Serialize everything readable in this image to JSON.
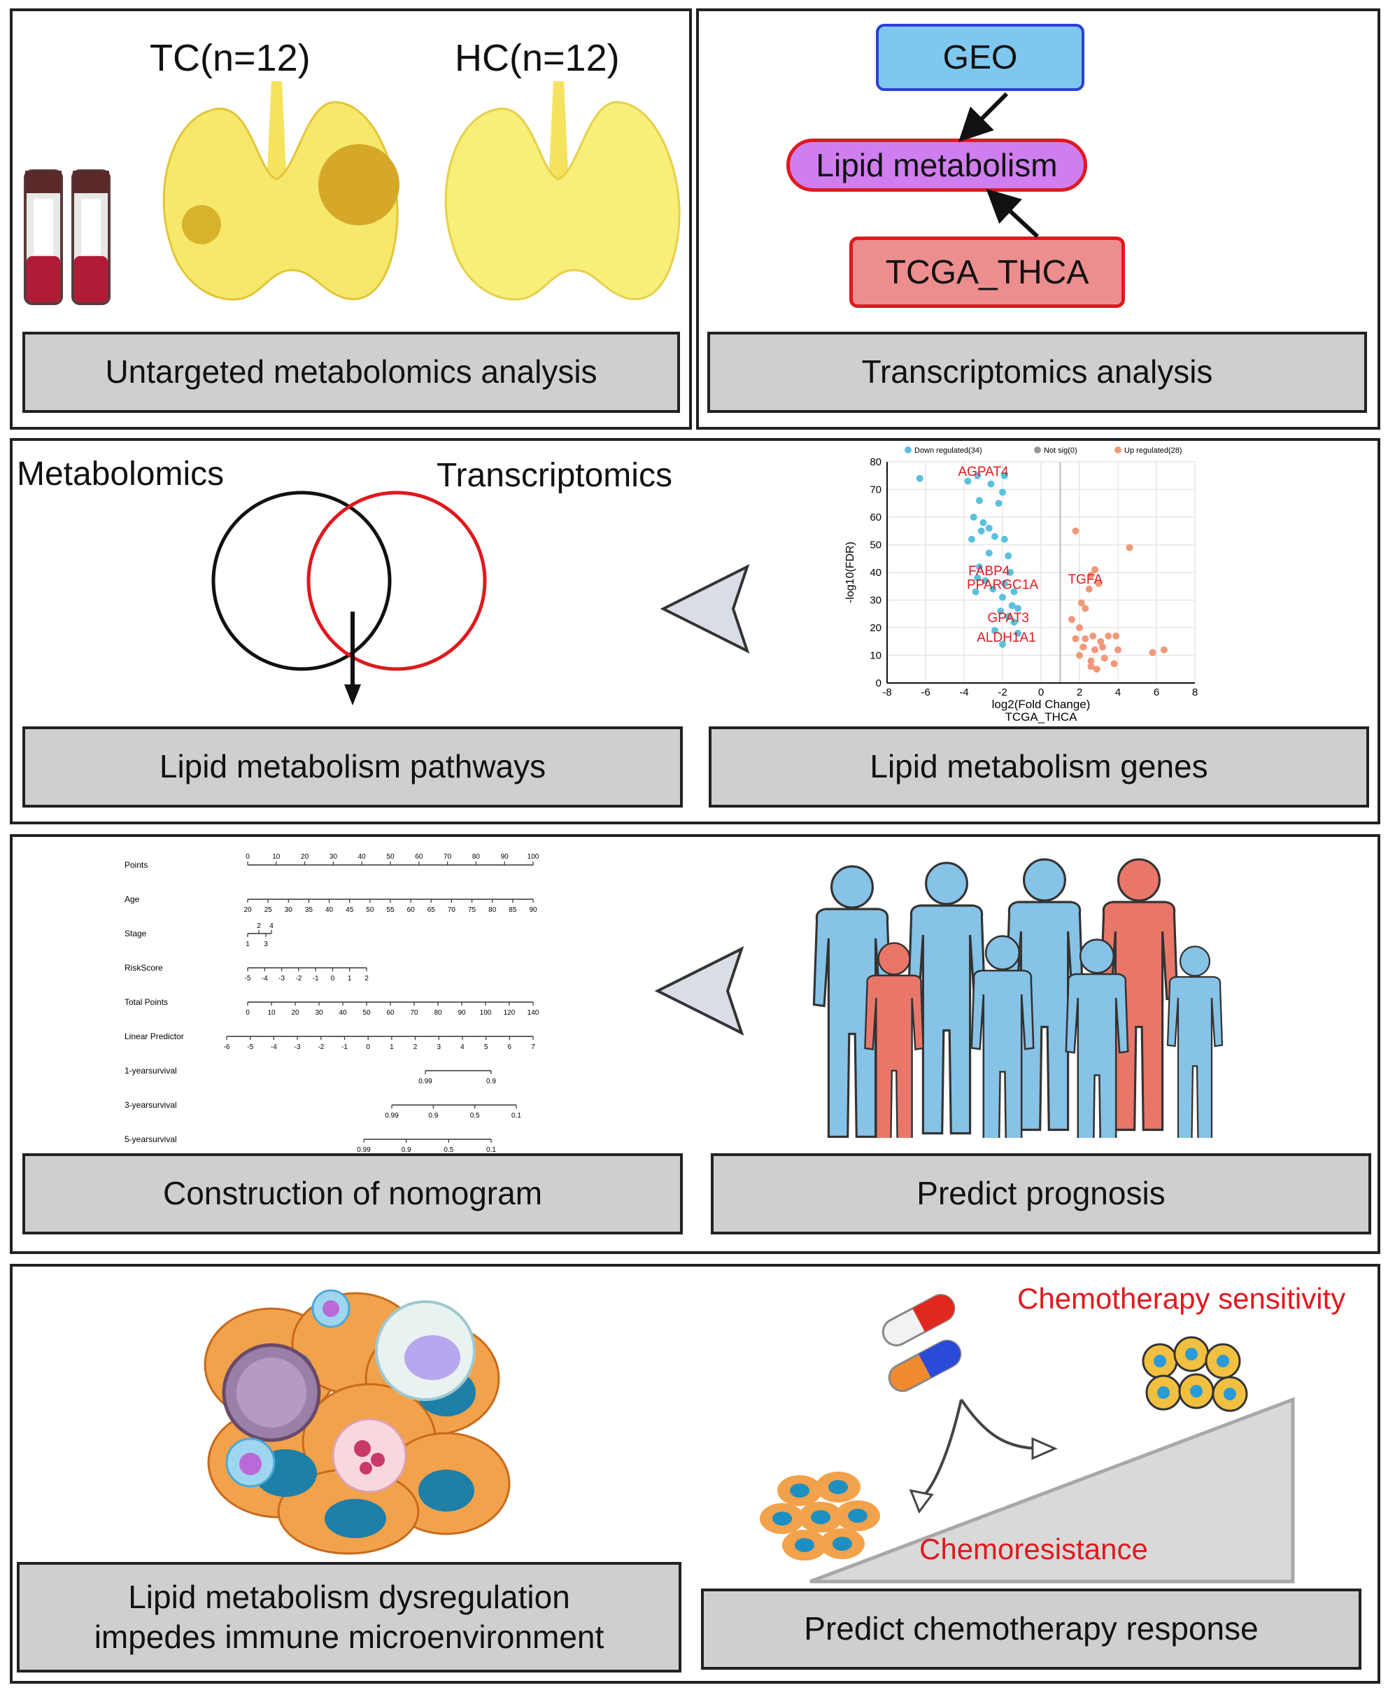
{
  "panel1": {
    "tc_label": "TC(n=12)",
    "hc_label": "HC(n=12)",
    "caption": "Untargeted metabolomics analysis"
  },
  "panel2": {
    "geo": "GEO",
    "lipid": "Lipid metabolism",
    "tcga": "TCGA_THCA",
    "caption": "Transcriptomics analysis",
    "colors": {
      "geo": "#7ec8f0",
      "lipid": "#cf7ef0",
      "tcga": "#ec8e8e",
      "border": "#e0191e"
    }
  },
  "panel3": {
    "metabolomics_label": "Metabolomics",
    "transcriptomics_label": "Transcriptomics",
    "caption": "Lipid metabolism pathways"
  },
  "panel4": {
    "caption": "Lipid metabolism genes",
    "volcano": {
      "legend": [
        "Down regulated(34)",
        "Not sig(0)",
        "Up regulated(28)"
      ],
      "ylabel": "-log10(FDR)",
      "xlabel": "log2(Fold Change)",
      "subtitle": "TCGA_THCA",
      "gene_labels": [
        "AGPAT4",
        "FABP4",
        "PPARGC1A",
        "TGFA",
        "GPAT3",
        "ALDH1A1"
      ]
    }
  },
  "chart_data": {
    "type": "scatter",
    "title": "",
    "subtitle": "TCGA_THCA",
    "xlabel": "log2(Fold Change)",
    "ylabel": "-log10(FDR)",
    "xlim": [
      -8,
      8
    ],
    "ylim": [
      0,
      80
    ],
    "x_ticks": [
      "-8",
      "-6",
      "-4",
      "-2",
      "0",
      "2",
      "4",
      "6",
      "8"
    ],
    "y_ticks": [
      "0",
      "10",
      "20",
      "30",
      "40",
      "50",
      "60",
      "70",
      "80"
    ],
    "legend": [
      "Down regulated(34)",
      "Not sig(0)",
      "Up regulated(28)"
    ],
    "series": [
      {
        "name": "Down regulated(34)",
        "color": "#5bc0de",
        "points": [
          [
            -6.3,
            74
          ],
          [
            -3.8,
            73
          ],
          [
            -3.3,
            75
          ],
          [
            -2.6,
            72
          ],
          [
            -2.0,
            69
          ],
          [
            -1.9,
            75
          ],
          [
            -3.2,
            66
          ],
          [
            -2.2,
            65
          ],
          [
            -3.5,
            60
          ],
          [
            -3.0,
            58
          ],
          [
            -2.7,
            56
          ],
          [
            -2.4,
            53
          ],
          [
            -3.1,
            55
          ],
          [
            -3.6,
            52
          ],
          [
            -1.9,
            52
          ],
          [
            -2.7,
            47
          ],
          [
            -1.7,
            46
          ],
          [
            -3.2,
            42
          ],
          [
            -1.6,
            40
          ],
          [
            -3.3,
            38
          ],
          [
            -2.9,
            37
          ],
          [
            -1.9,
            36
          ],
          [
            -2.5,
            34
          ],
          [
            -3.4,
            33
          ],
          [
            -1.4,
            33
          ],
          [
            -2.0,
            31
          ],
          [
            -1.5,
            28
          ],
          [
            -1.2,
            27
          ],
          [
            -2.1,
            26
          ],
          [
            -1.7,
            24
          ],
          [
            -1.4,
            22
          ],
          [
            -2.4,
            19
          ],
          [
            -1.2,
            18
          ],
          [
            -2.0,
            14
          ]
        ]
      },
      {
        "name": "Not sig(0)",
        "color": "#999999",
        "points": []
      },
      {
        "name": "Up regulated(28)",
        "color": "#f0997a",
        "points": [
          [
            1.8,
            55
          ],
          [
            4.6,
            49
          ],
          [
            2.8,
            41
          ],
          [
            2.6,
            39
          ],
          [
            3.0,
            36
          ],
          [
            2.5,
            34
          ],
          [
            2.1,
            29
          ],
          [
            2.3,
            27
          ],
          [
            1.6,
            23
          ],
          [
            2.0,
            20
          ],
          [
            3.9,
            17
          ],
          [
            1.8,
            16
          ],
          [
            2.3,
            16
          ],
          [
            2.7,
            17
          ],
          [
            3.1,
            15
          ],
          [
            3.5,
            17
          ],
          [
            2.2,
            13
          ],
          [
            2.8,
            12
          ],
          [
            3.2,
            13
          ],
          [
            4.0,
            12
          ],
          [
            5.8,
            11
          ],
          [
            6.4,
            12
          ],
          [
            2.0,
            10
          ],
          [
            2.6,
            8
          ],
          [
            3.3,
            9
          ],
          [
            3.8,
            7
          ],
          [
            2.6,
            6
          ],
          [
            2.9,
            5
          ]
        ]
      }
    ],
    "annotations": [
      {
        "text": "AGPAT4",
        "x": -3,
        "y": 75
      },
      {
        "text": "FABP4",
        "x": -2.7,
        "y": 39
      },
      {
        "text": "PPARGC1A",
        "x": -2,
        "y": 34
      },
      {
        "text": "TGFA",
        "x": 2.3,
        "y": 36
      },
      {
        "text": "GPAT3",
        "x": -1.7,
        "y": 22
      },
      {
        "text": "ALDH1A1",
        "x": -1.8,
        "y": 15
      }
    ]
  },
  "panel5": {
    "caption": "Construction of nomogram",
    "nomogram": {
      "rows": [
        {
          "name": "Points",
          "ticks": [
            "0",
            "10",
            "20",
            "30",
            "40",
            "50",
            "60",
            "70",
            "80",
            "90",
            "100"
          ],
          "above": true
        },
        {
          "name": "Age",
          "ticks": [
            "20",
            "25",
            "30",
            "35",
            "40",
            "45",
            "50",
            "55",
            "60",
            "65",
            "70",
            "75",
            "80",
            "85",
            "90"
          ],
          "above": false
        },
        {
          "name": "Stage",
          "ticks_top": [
            "2",
            "4"
          ],
          "ticks_bottom": [
            "1",
            "3"
          ]
        },
        {
          "name": "RiskScore",
          "ticks": [
            "-5",
            "-4",
            "-3",
            "-2",
            "-1",
            "0",
            "1",
            "2"
          ],
          "above": false
        },
        {
          "name": "Total Points",
          "ticks": [
            "0",
            "10",
            "20",
            "30",
            "40",
            "50",
            "60",
            "70",
            "80",
            "90",
            "100",
            "120",
            "140"
          ],
          "above": false
        },
        {
          "name": "Linear Predictor",
          "ticks": [
            "-6",
            "-5",
            "-4",
            "-3",
            "-2",
            "-1",
            "0",
            "1",
            "2",
            "3",
            "4",
            "5",
            "6",
            "7"
          ],
          "above": false
        },
        {
          "name": "1-yearsurvival",
          "ticks": [
            "0.99",
            "0.9"
          ],
          "above": false
        },
        {
          "name": "3-yearsurvival",
          "ticks": [
            "0.99",
            "0.9",
            "0.5",
            "0.1"
          ],
          "above": false
        },
        {
          "name": "5-yearsurvival",
          "ticks": [
            "0.99",
            "0.9",
            "0.5",
            "0.1"
          ],
          "above": false
        }
      ]
    }
  },
  "panel6": {
    "caption": "Predict prognosis"
  },
  "panel7": {
    "caption_line1": "Lipid metabolism dysregulation",
    "caption_line2": "impedes immune microenvironment"
  },
  "panel8": {
    "sensitivity_label": "Chemotherapy sensitivity",
    "resistance_label": "Chemoresistance",
    "caption": "Predict chemotherapy response"
  }
}
